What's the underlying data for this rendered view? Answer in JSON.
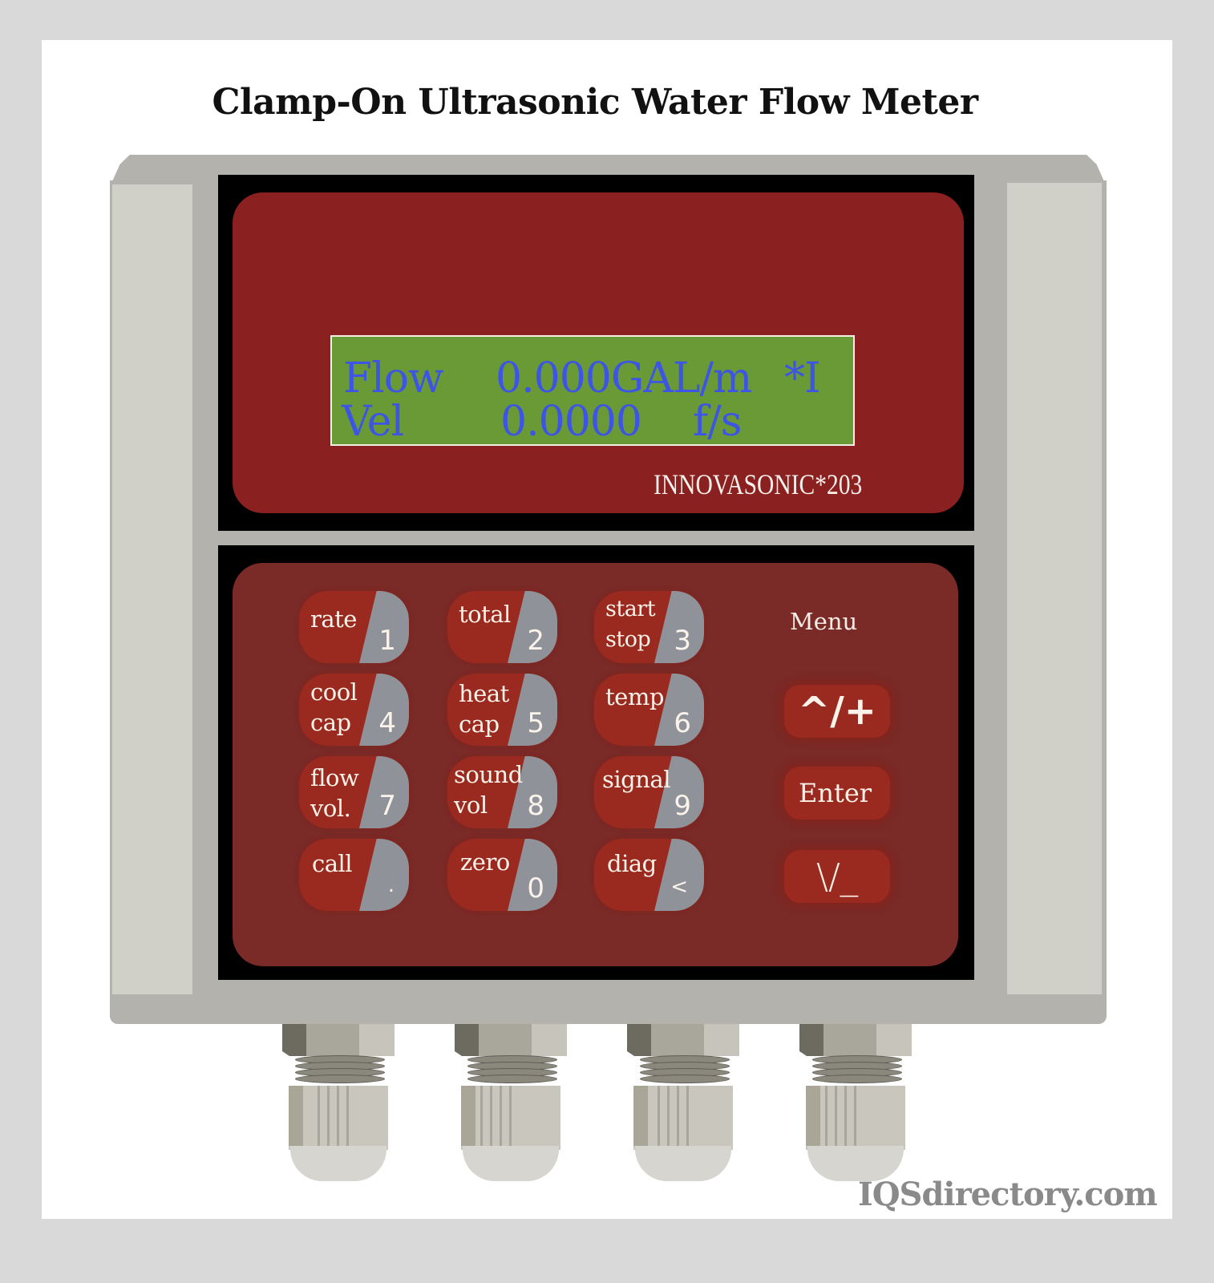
{
  "title": "Clamp-On Ultrasonic Water Flow Meter",
  "display": {
    "line1": {
      "label": "Flow",
      "value": "0.000GAL/m",
      "flag": "*I"
    },
    "line2": {
      "label": "Vel",
      "value": "0.0000",
      "unit": "f/s"
    },
    "brand": "INNOVASONIC*203",
    "lcd_bg": "#6a9a35",
    "lcd_text_color": "#3d55e6"
  },
  "keypad": {
    "keys": [
      {
        "label": "rate",
        "num": "1"
      },
      {
        "label": "total",
        "num": "2"
      },
      {
        "label": "start\nstop",
        "num": "3"
      },
      {
        "label": "cool\ncap",
        "num": "4"
      },
      {
        "label": "heat\ncap",
        "num": "5"
      },
      {
        "label": "temp",
        "num": "6"
      },
      {
        "label": "flow\nvol.",
        "num": "7"
      },
      {
        "label": "sound\nvol",
        "num": "8"
      },
      {
        "label": "signal",
        "num": "9"
      },
      {
        "label": "call",
        "num": "."
      },
      {
        "label": "zero",
        "num": "0"
      },
      {
        "label": "diag",
        "num": "<"
      }
    ],
    "menu_label": "Menu",
    "menu_buttons": {
      "up": "^/+",
      "enter": "Enter",
      "down": "\\/_"
    }
  },
  "colors": {
    "housing": "#b3b2ac",
    "display_panel": "#8b2020",
    "keypad_panel": "#7a2a27",
    "key_body": "#9a2a1f",
    "key_tab": "#8f9399"
  },
  "cable_glands": 4,
  "watermark": "IQSdirectory.com"
}
